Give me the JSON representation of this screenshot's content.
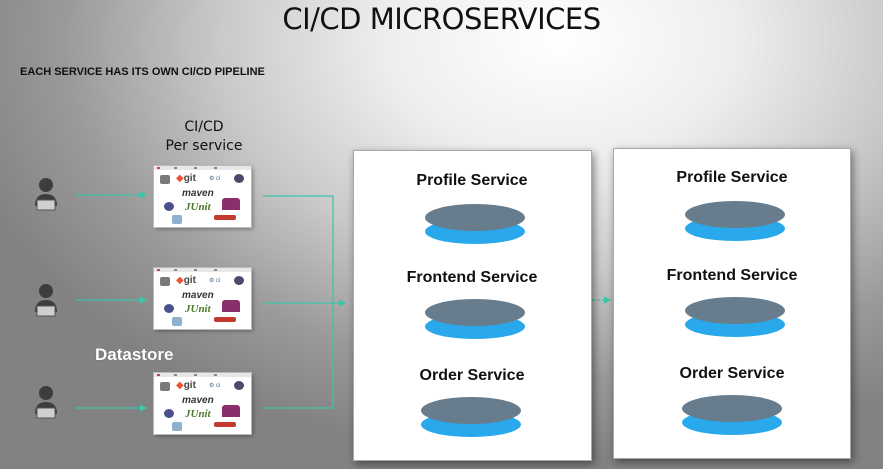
{
  "header": {
    "title": "CI/CD MICROSERVICES",
    "subtitle": "EACH SERVICE HAS ITS OWN CI/CD PIPELINE"
  },
  "pipeline": {
    "label_line1": "CI/CD",
    "label_line2": "Per service",
    "card_logos": {
      "git": "git",
      "maven": "maven",
      "junit": "JUnit"
    },
    "overlay_label": "Datastore"
  },
  "panels": [
    {
      "services": [
        "Profile Service",
        "Frontend Service",
        "Order Service"
      ]
    },
    {
      "services": [
        "Profile Service",
        "Frontend Service",
        "Order Service"
      ]
    }
  ],
  "colors": {
    "connector": "#3cc5a8",
    "disk_top": "#677d8e",
    "disk_bottom": "#2aa8ec"
  },
  "icons": {
    "user": "user-at-laptop-icon",
    "git": "git-logo-icon",
    "maven": "maven-logo-icon",
    "junit": "junit-logo-icon",
    "jenkins": "jenkins-logo-icon",
    "database": "database-icon"
  }
}
